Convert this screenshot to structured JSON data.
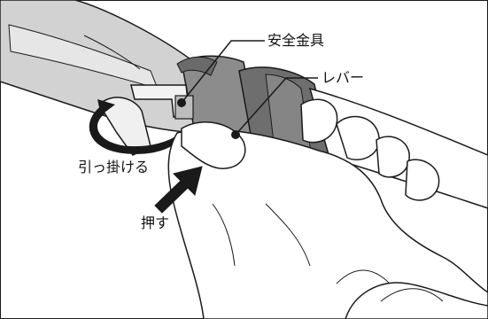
{
  "labels": {
    "safety_fitting": "安全金具",
    "lever": "レバー",
    "hook": "引っ掛ける",
    "push": "押す"
  },
  "colors": {
    "outline": "#1a1a1a",
    "tool_body": "#d2d2d2",
    "collar": "#8c8c8c",
    "lever": "#6e6e6e",
    "glove": "#ffffff",
    "arrow": "#1a1a1a",
    "frame": "#1a1a1a"
  }
}
